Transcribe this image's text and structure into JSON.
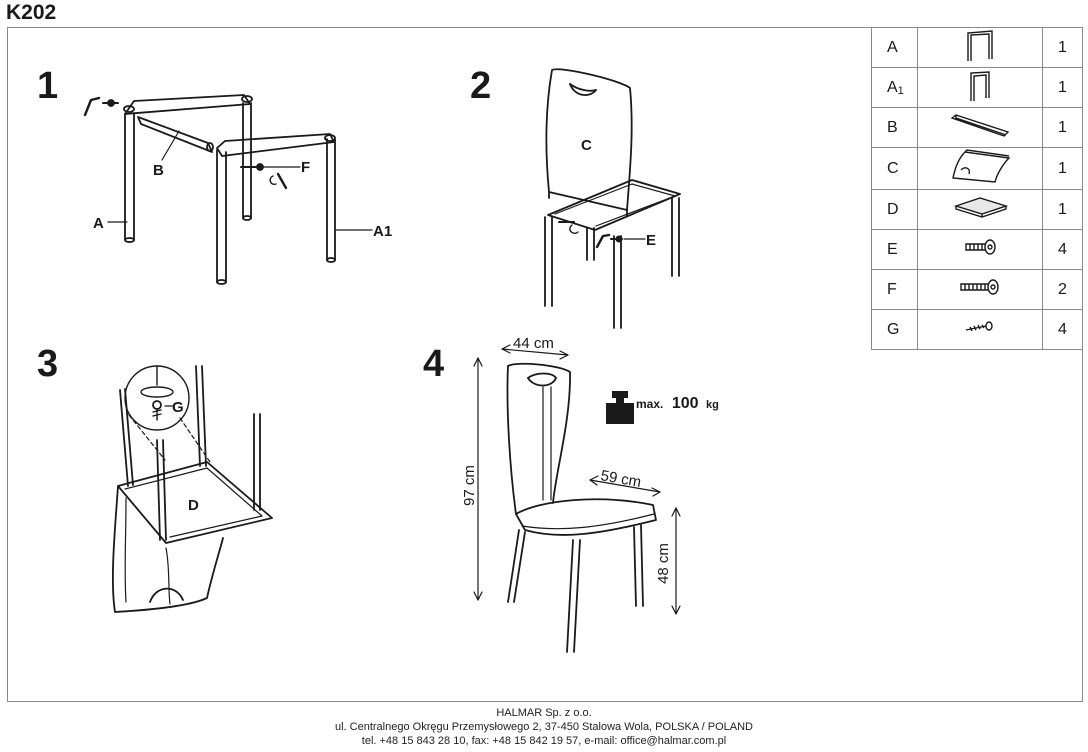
{
  "model": "K202",
  "steps": {
    "s1": {
      "number": "1",
      "labels": {
        "b": "B",
        "f": "F",
        "a": "A",
        "a1": "A1"
      }
    },
    "s2": {
      "number": "2",
      "labels": {
        "c": "C",
        "e": "E"
      }
    },
    "s3": {
      "number": "3",
      "labels": {
        "g": "G",
        "d": "D"
      }
    },
    "s4": {
      "number": "4",
      "dimensions": {
        "width": "44 cm",
        "height": "97 cm",
        "depth": "59 cm",
        "seat_height": "48 cm"
      },
      "max_load": {
        "prefix": "max.",
        "value": "100",
        "unit": "kg"
      }
    }
  },
  "parts": [
    {
      "letter": "A",
      "icon": "frame-a-icon",
      "qty": "1"
    },
    {
      "letter": "A",
      "sub": "1",
      "icon": "frame-a1-icon",
      "qty": "1"
    },
    {
      "letter": "B",
      "icon": "crossbar-icon",
      "qty": "1"
    },
    {
      "letter": "C",
      "icon": "backrest-icon",
      "qty": "1"
    },
    {
      "letter": "D",
      "icon": "seat-icon",
      "qty": "1"
    },
    {
      "letter": "E",
      "icon": "bolt-short-icon",
      "qty": "4"
    },
    {
      "letter": "F",
      "icon": "bolt-long-icon",
      "qty": "2"
    },
    {
      "letter": "G",
      "icon": "screw-icon",
      "qty": "4"
    }
  ],
  "footer": {
    "company": "HALMAR Sp. z o.o.",
    "address": "ul. Centralnego Okręgu Przemysłowego 2, 37-450 Stalowa Wola, POLSKA / POLAND",
    "contact": "tel. +48 15 843 28 10, fax: +48 15 842 19 57, e-mail: office@halmar.com.pl"
  }
}
